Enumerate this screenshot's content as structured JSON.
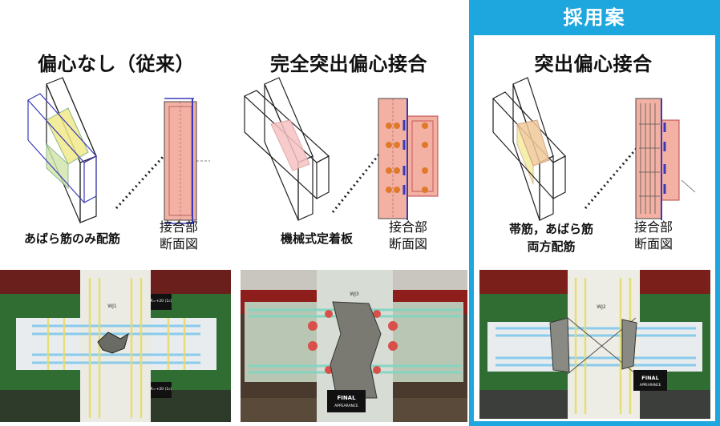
{
  "adopted_badge": "採用案",
  "columns": [
    {
      "title": "偏心なし（従来）",
      "caption_lines": [
        "あばら筋のみ配筋"
      ],
      "section_label_lines": [
        "接合部",
        "断面図"
      ],
      "photo_tags": [
        "WJ1",
        "R=+20 (1c)",
        "R=+20 (1c)"
      ]
    },
    {
      "title": "完全突出偏心接合",
      "caption_lines": [
        "機械式定着板"
      ],
      "section_label_lines": [
        "接合部",
        "断面図"
      ],
      "photo_tags": [
        "WJ3",
        "FINAL",
        "APPEARANCE"
      ]
    },
    {
      "title": "突出偏心接合",
      "caption_lines": [
        "帯筋，あばら筋",
        "両方配筋"
      ],
      "section_label_lines": [
        "接合部",
        "断面図"
      ],
      "photo_tags": [
        "WJ2",
        "FINAL",
        "APPEARANCE"
      ]
    }
  ],
  "colors": {
    "accent_blue": "#1ea7de",
    "section_fill": "#f3b1a4",
    "joint_yellow": "#f2e98a",
    "joint_pink": "#f6c2c2"
  }
}
